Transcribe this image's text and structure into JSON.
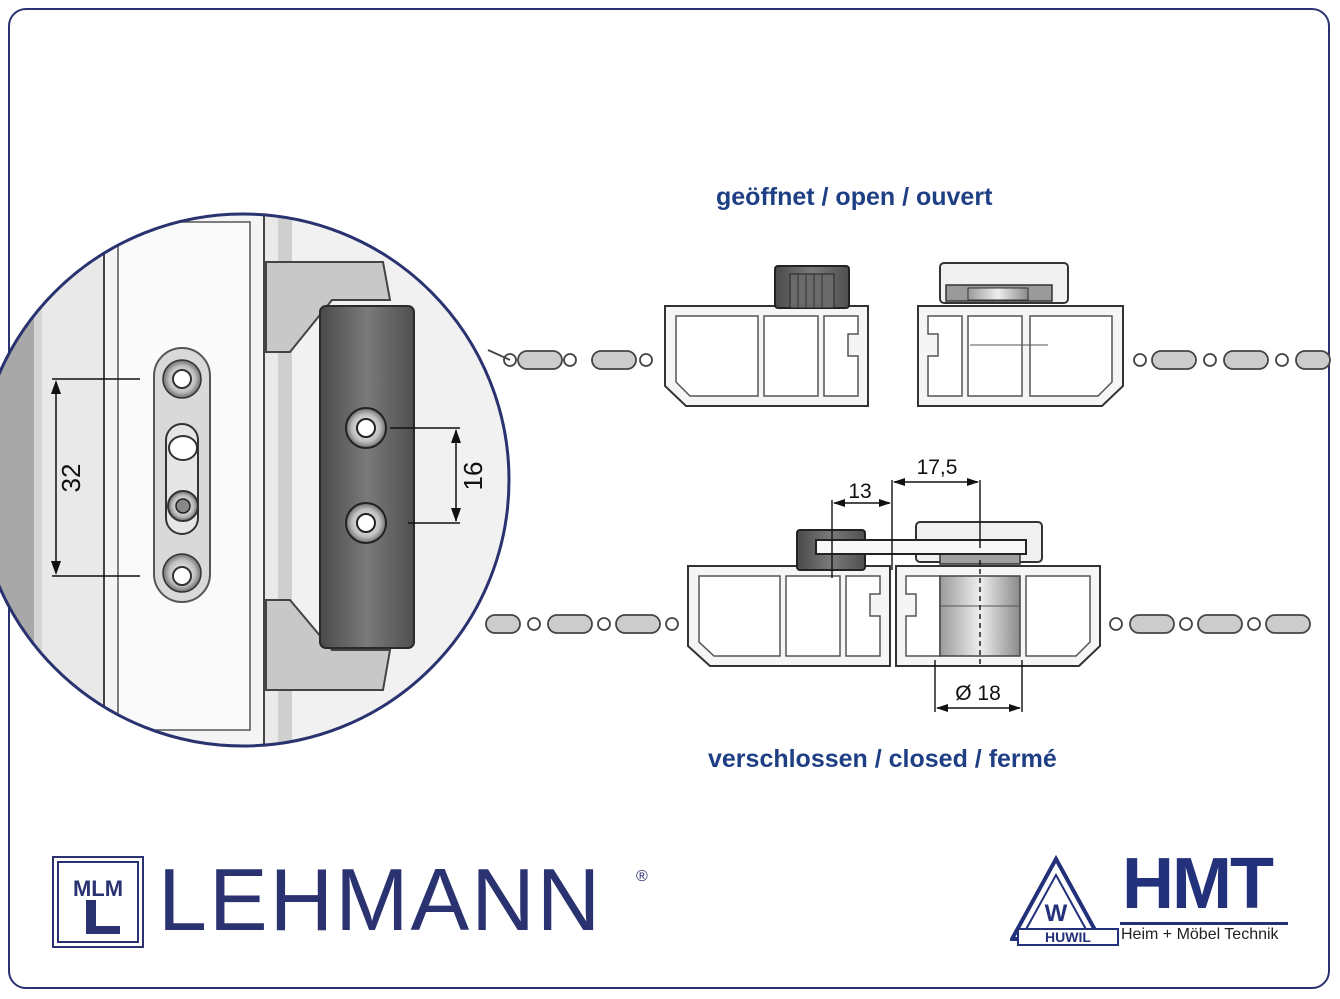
{
  "labels": {
    "open": "geöffnet / open / ouvert",
    "closed": "verschlossen / closed / fermé"
  },
  "dimensions": {
    "detail_hole_spacing": "32",
    "detail_screw_spacing": "16",
    "dim_13": "13",
    "dim_17_5": "17,5",
    "diameter": "Ø 18"
  },
  "logos": {
    "lehmann": {
      "name": "LEHMANN",
      "registered": "®",
      "monogram": "MLM"
    },
    "hmt": {
      "name": "HMT",
      "subtitle": "Heim + Möbel Technik",
      "huwil": "HUWIL",
      "huwil_letter": "W"
    }
  },
  "colors": {
    "brand_blue": "#23307a",
    "label_blue": "#1f3f85",
    "frame_border": "#2a3270",
    "metal_gray": "#c9c9c9",
    "dark_gray": "#555555"
  }
}
